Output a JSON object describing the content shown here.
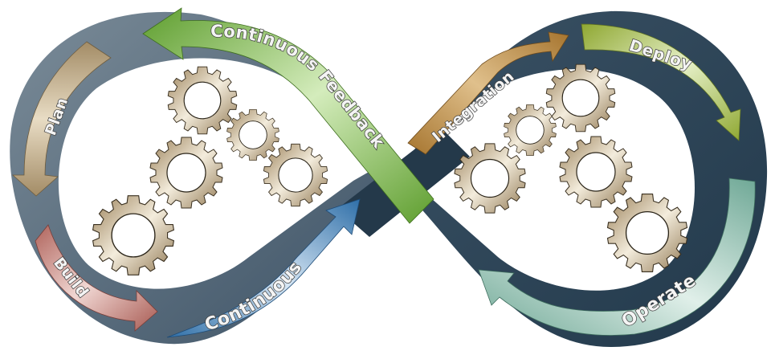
{
  "diagram": {
    "title": "DevOps Infinity Loop",
    "stages": [
      {
        "id": "plan",
        "label": "Plan",
        "color": "#a38c66"
      },
      {
        "id": "build",
        "label": "Build",
        "color": "#b0645c"
      },
      {
        "id": "continuous",
        "label": "Continuous",
        "color": "#2f6fa8"
      },
      {
        "id": "integration",
        "label": "Integration",
        "color": "#a6752f"
      },
      {
        "id": "deploy",
        "label": "Deploy",
        "color": "#8fa832"
      },
      {
        "id": "operate",
        "label": "Operate",
        "color": "#6fa896"
      },
      {
        "id": "feedback",
        "label": "Continuous Feedback",
        "color": "#5e9e2e"
      }
    ],
    "colors": {
      "band_left": "#5d6f7e",
      "band_right": "#2b4152",
      "gear": "#a08a64",
      "gear_light": "#efe6d4"
    }
  }
}
